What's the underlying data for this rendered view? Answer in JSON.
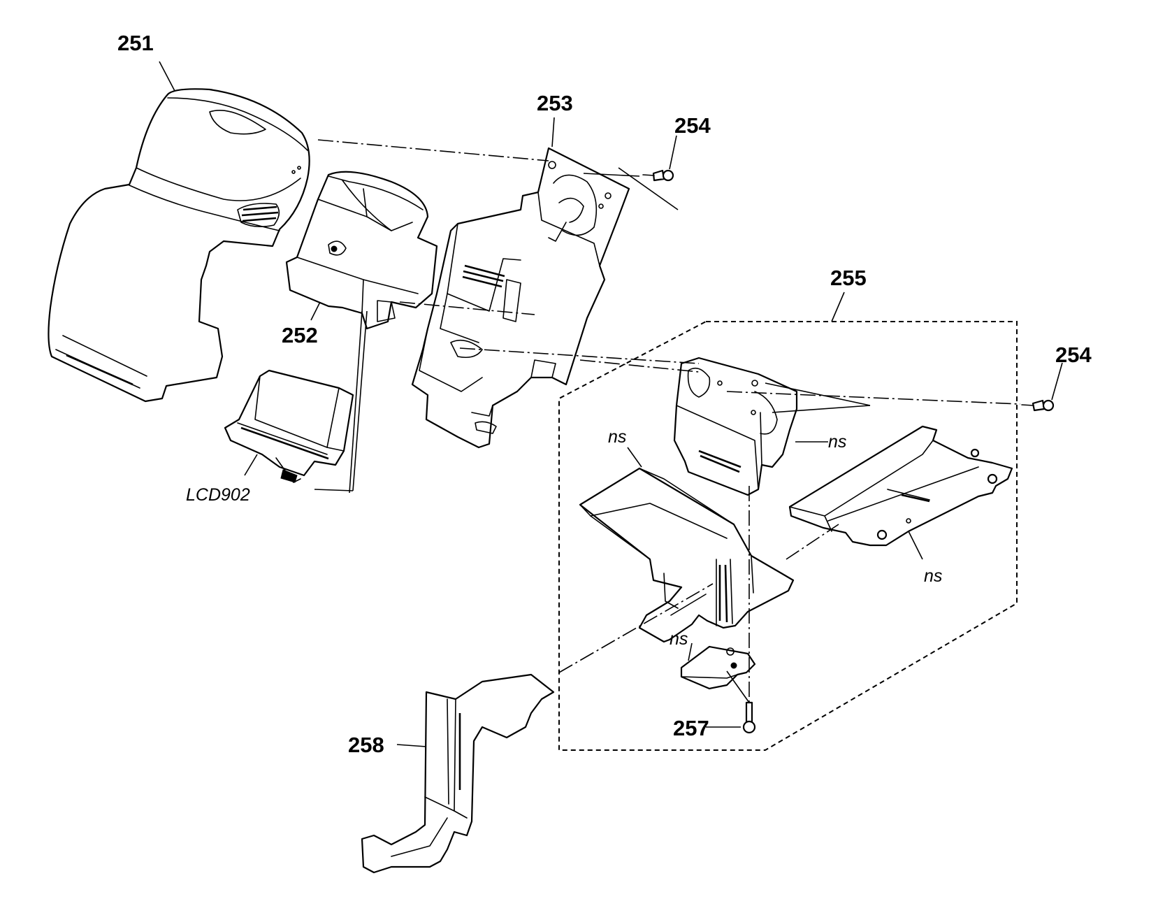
{
  "callouts": {
    "p251": "251",
    "p252": "252",
    "p253": "253",
    "p254a": "254",
    "p254b": "254",
    "p255": "255",
    "p257": "257",
    "p258": "258",
    "lcd": "LCD902",
    "ns1": "ns",
    "ns2": "ns",
    "ns3": "ns",
    "ns4": "ns"
  }
}
